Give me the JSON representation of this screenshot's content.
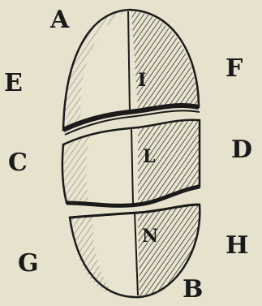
{
  "labels": {
    "A": "A",
    "B": "B",
    "C": "C",
    "D": "D",
    "E": "E",
    "F": "F",
    "G": "G",
    "H": "H",
    "I": "I",
    "L": "L",
    "N": "N"
  },
  "colors": {
    "paper": "#e7e2cd",
    "ink": "#1a1a1a",
    "shade": "#6a665a"
  }
}
